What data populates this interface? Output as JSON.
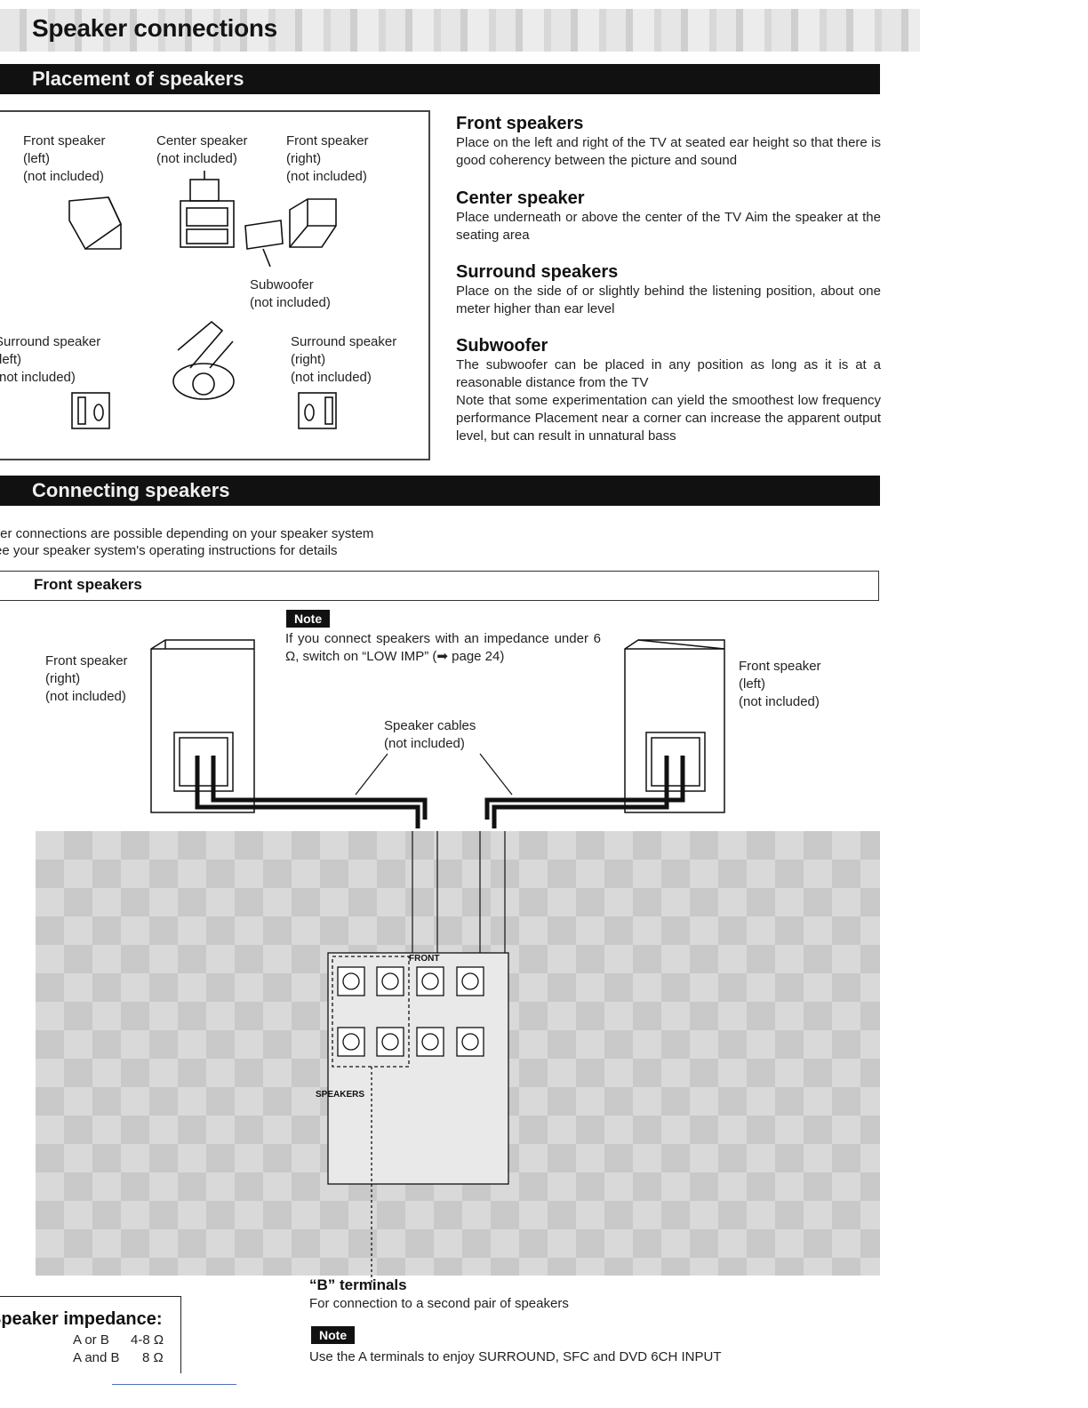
{
  "page_title": "Speaker connections",
  "section_placement": "Placement of speakers",
  "section_connecting": "Connecting speakers",
  "placement": {
    "front_left": "Front speaker\n(left)\n(not included)",
    "center": "Center speaker\n(not included)",
    "front_right": "Front speaker\n(right)\n(not included)",
    "subwoofer": "Subwoofer\n(not included)",
    "surround_left": "Surround speaker\n(left)\n(not included)",
    "surround_right": "Surround speaker\n(right)\n(not included)"
  },
  "descriptions": [
    {
      "heading": "Front speakers",
      "text": "Place on the left and right of the TV at seated ear height so that there is good coherency between the picture and sound"
    },
    {
      "heading": "Center speaker",
      "text": "Place underneath or above the center of the TV  Aim the speaker at the seating area"
    },
    {
      "heading": "Surround speakers",
      "text": "Place on the side of or slightly behind the listening position, about one meter higher than ear level"
    },
    {
      "heading": "Subwoofer",
      "text": "The subwoofer can be placed in any position as long as it is at a reasonable distance from the TV"
    },
    {
      "heading": "",
      "text": "Note that some experimentation can yield the smoothest low frequency performance  Placement near a corner can increase the apparent output level, but can result in unnatural bass"
    }
  ],
  "connecting": {
    "intro_line1": "Other connections are possible depending on your speaker system",
    "intro_line2": "See your speaker system's operating instructions for details",
    "front_tab": "Front speakers",
    "note_label": "Note",
    "note_text": "If you connect speakers with an impedance under 6 Ω, switch on “LOW IMP” (➡ page 24)",
    "right_speaker": "Front speaker\n(right)\n(not included)",
    "left_speaker": "Front speaker\n(left)\n(not included)",
    "cables": "Speaker cables\n(not included)",
    "speakers_label": "SPEAKERS",
    "front_label": "FRONT",
    "b_terminals_title": "“B” terminals",
    "b_terminals_text": "For connection to a second pair of speakers",
    "note2_label": "Note",
    "note2_text": "Use the A terminals to enjoy SURROUND, SFC and DVD 6CH INPUT"
  },
  "impedance": {
    "title": "Speaker impedance:",
    "row1_label": "A or B",
    "row1_value": "4-8 Ω",
    "row2_label": "A and B",
    "row2_value": "8 Ω"
  }
}
